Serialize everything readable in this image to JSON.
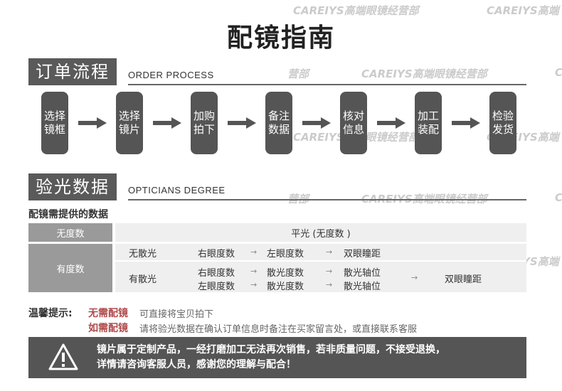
{
  "watermark_text": "CAREIYS高端眼镜经营部",
  "watermark_partial_1": "CAREIYS高端",
  "watermark_partial_2": "营部",
  "watermark_partial_3": "C",
  "title": "配镜指南",
  "order_section": {
    "title": "订单流程",
    "subtitle": "ORDER PROCESS"
  },
  "steps": [
    "选择镜框",
    "选择镜片",
    "加购拍下",
    "备注数据",
    "核对信息",
    "加工装配",
    "检验发货"
  ],
  "data_section": {
    "title": "验光数据",
    "subtitle": "OPTICIANS DEGREE"
  },
  "provide_title": "配镜需提供的数据",
  "table": {
    "no_degree_label": "无度数",
    "no_degree_value": "平光 (无度数 )",
    "has_degree_label": "有度数",
    "no_astig_label": "无散光",
    "astig_label": "有散光",
    "right_degree": "右眼度数",
    "left_degree": "左眼度数",
    "pd": "双眼瞳距",
    "astig_degree": "散光度数",
    "astig_axis": "散光轴位",
    "arrow": "→"
  },
  "tips": {
    "label": "温馨提示:",
    "no_need_key": "无需配镜",
    "no_need_text": "可直接将宝贝拍下",
    "need_key": "如需配镜",
    "need_text": "请将验光数据在确认订单信息时备注在买家留言处，或直接联系客服"
  },
  "notice": {
    "line1": "镜片属于定制产品，一经打磨加工无法再次销售，若非质量问题，不接受退换，",
    "line2": "详情请咨询客服人员，感谢您的理解与配合！"
  },
  "colors": {
    "dark_gray": "#555555",
    "cell_gray": "#9a9a9a",
    "light_gray": "#efefef",
    "accent_red": "#b04a4a"
  }
}
